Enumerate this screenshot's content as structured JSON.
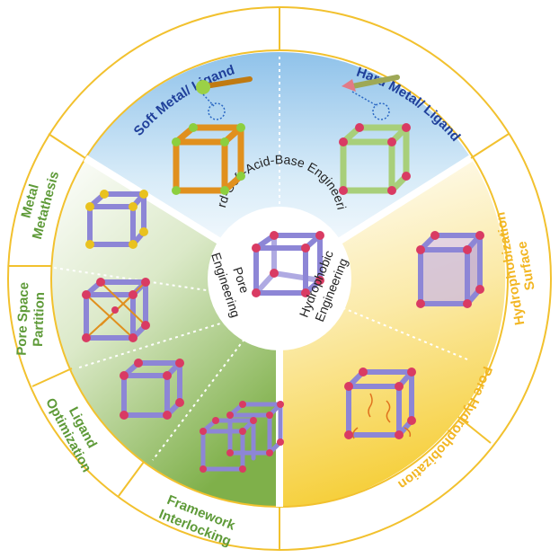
{
  "center": {
    "top_label": "Hard-Soft-Acid-Base Engineering",
    "left_label_line1": "Pore",
    "left_label_line2": "Engineering",
    "right_label_line1": "Hydrophobic",
    "right_label_line2": "Engineering"
  },
  "ring_labels": {
    "soft_metal": "Soft Metal/ Ligand",
    "hard_metal": "Hard Metal/ Ligand",
    "metal_metathesis_1": "Metal",
    "metal_metathesis_2": "Metathesis",
    "pore_space_1": "Pore Space",
    "pore_space_2": "Partition",
    "ligand_opt_1": "Ligand",
    "ligand_opt_2": "Optimization",
    "framework_1": "Framework",
    "framework_2": "Interlocking",
    "pore_hydro": "Pore Hydrophobization",
    "surface_hydro_1": "Surface",
    "surface_hydro_2": "Hydrophobization"
  },
  "colors": {
    "blue_label": "#1f3f9a",
    "green_label": "#5e9a38",
    "yellow_label": "#f2b623",
    "ring_line": "#f2c12e",
    "frame_purple": "#8d86d6",
    "node_pink": "#d93b63",
    "frame_orange": "#e0901e",
    "node_green": "#8ccf3f",
    "frame_green": "#a8cf7a"
  },
  "icons": {
    "soft_ligand": "ligand-soft-icon",
    "hard_ligand": "ligand-hard-icon"
  }
}
